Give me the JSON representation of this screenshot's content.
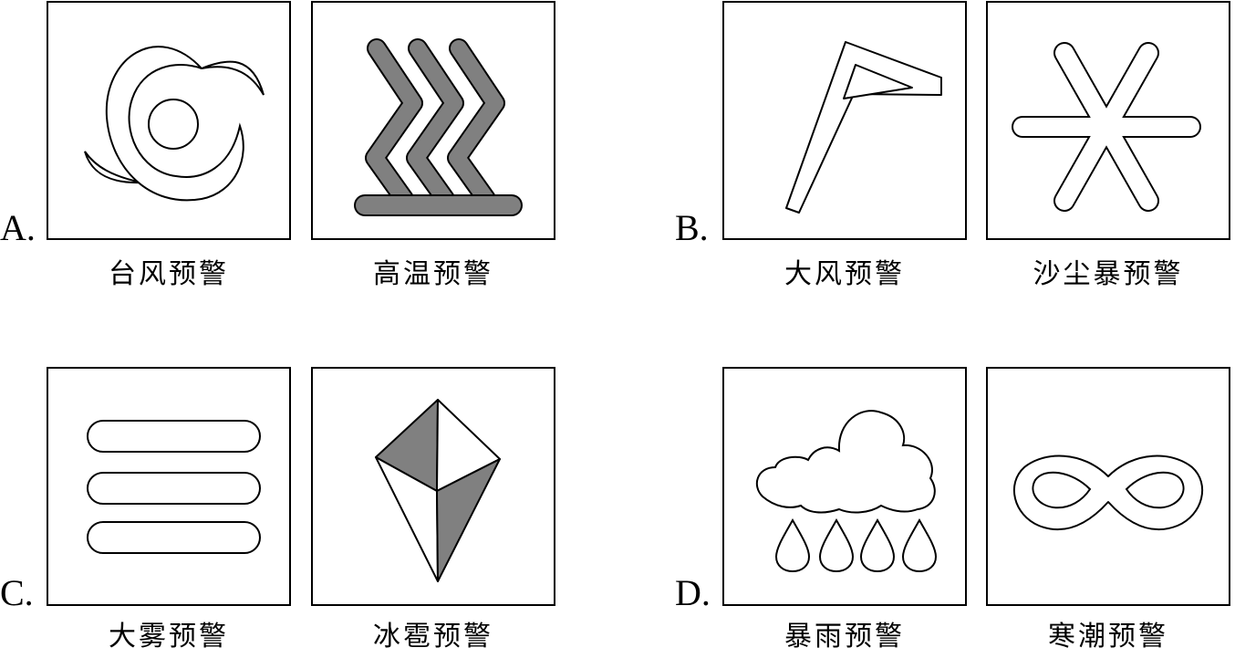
{
  "options": [
    {
      "letter": "A.",
      "panels": [
        {
          "icon": "typhoon-icon",
          "caption": "台风预警"
        },
        {
          "icon": "heat-icon",
          "caption": "高温预警"
        }
      ]
    },
    {
      "letter": "B.",
      "panels": [
        {
          "icon": "gale-flag-icon",
          "caption": "大风预警"
        },
        {
          "icon": "sandstorm-icon",
          "caption": "沙尘暴预警"
        }
      ]
    },
    {
      "letter": "C.",
      "panels": [
        {
          "icon": "fog-icon",
          "caption": "大雾预警"
        },
        {
          "icon": "hail-icon",
          "caption": "冰雹预警"
        }
      ]
    },
    {
      "letter": "D.",
      "panels": [
        {
          "icon": "rainstorm-icon",
          "caption": "暴雨预警"
        },
        {
          "icon": "cold-wave-icon",
          "caption": "寒潮预警"
        }
      ]
    }
  ],
  "colors": {
    "stroke": "#000000",
    "fill_dark": "#808080",
    "background": "#ffffff"
  }
}
